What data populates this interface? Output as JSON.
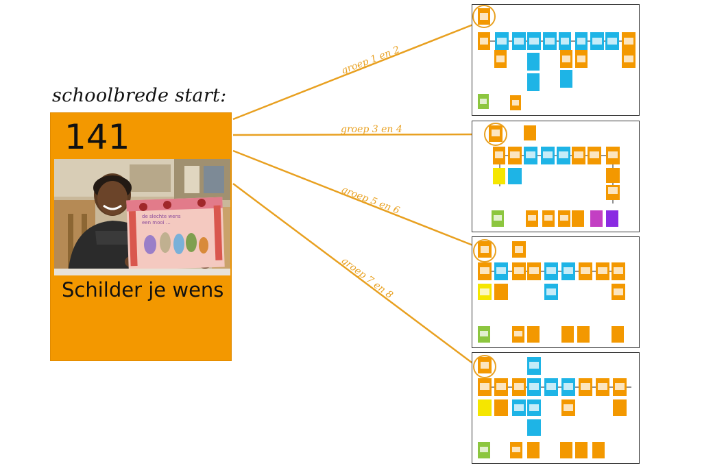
{
  "heading": "schoolbrede start:",
  "main_card": {
    "number": "141",
    "title": "Schilder je wens"
  },
  "groups": [
    {
      "label": "groep 1 en 2"
    },
    {
      "label": "groep 3 en 4"
    },
    {
      "label": "groep 5 en 6"
    },
    {
      "label": "groep 7 en 8"
    }
  ],
  "colors": {
    "accent": "#F39800",
    "connector": "#E8A020",
    "tile_orange": "#F39800",
    "tile_blue": "#1EB4E6",
    "tile_yellow": "#F5E600",
    "tile_green": "#8CC63F",
    "tile_magenta": "#C33FC3",
    "tile_purple": "#8A2BE2"
  }
}
